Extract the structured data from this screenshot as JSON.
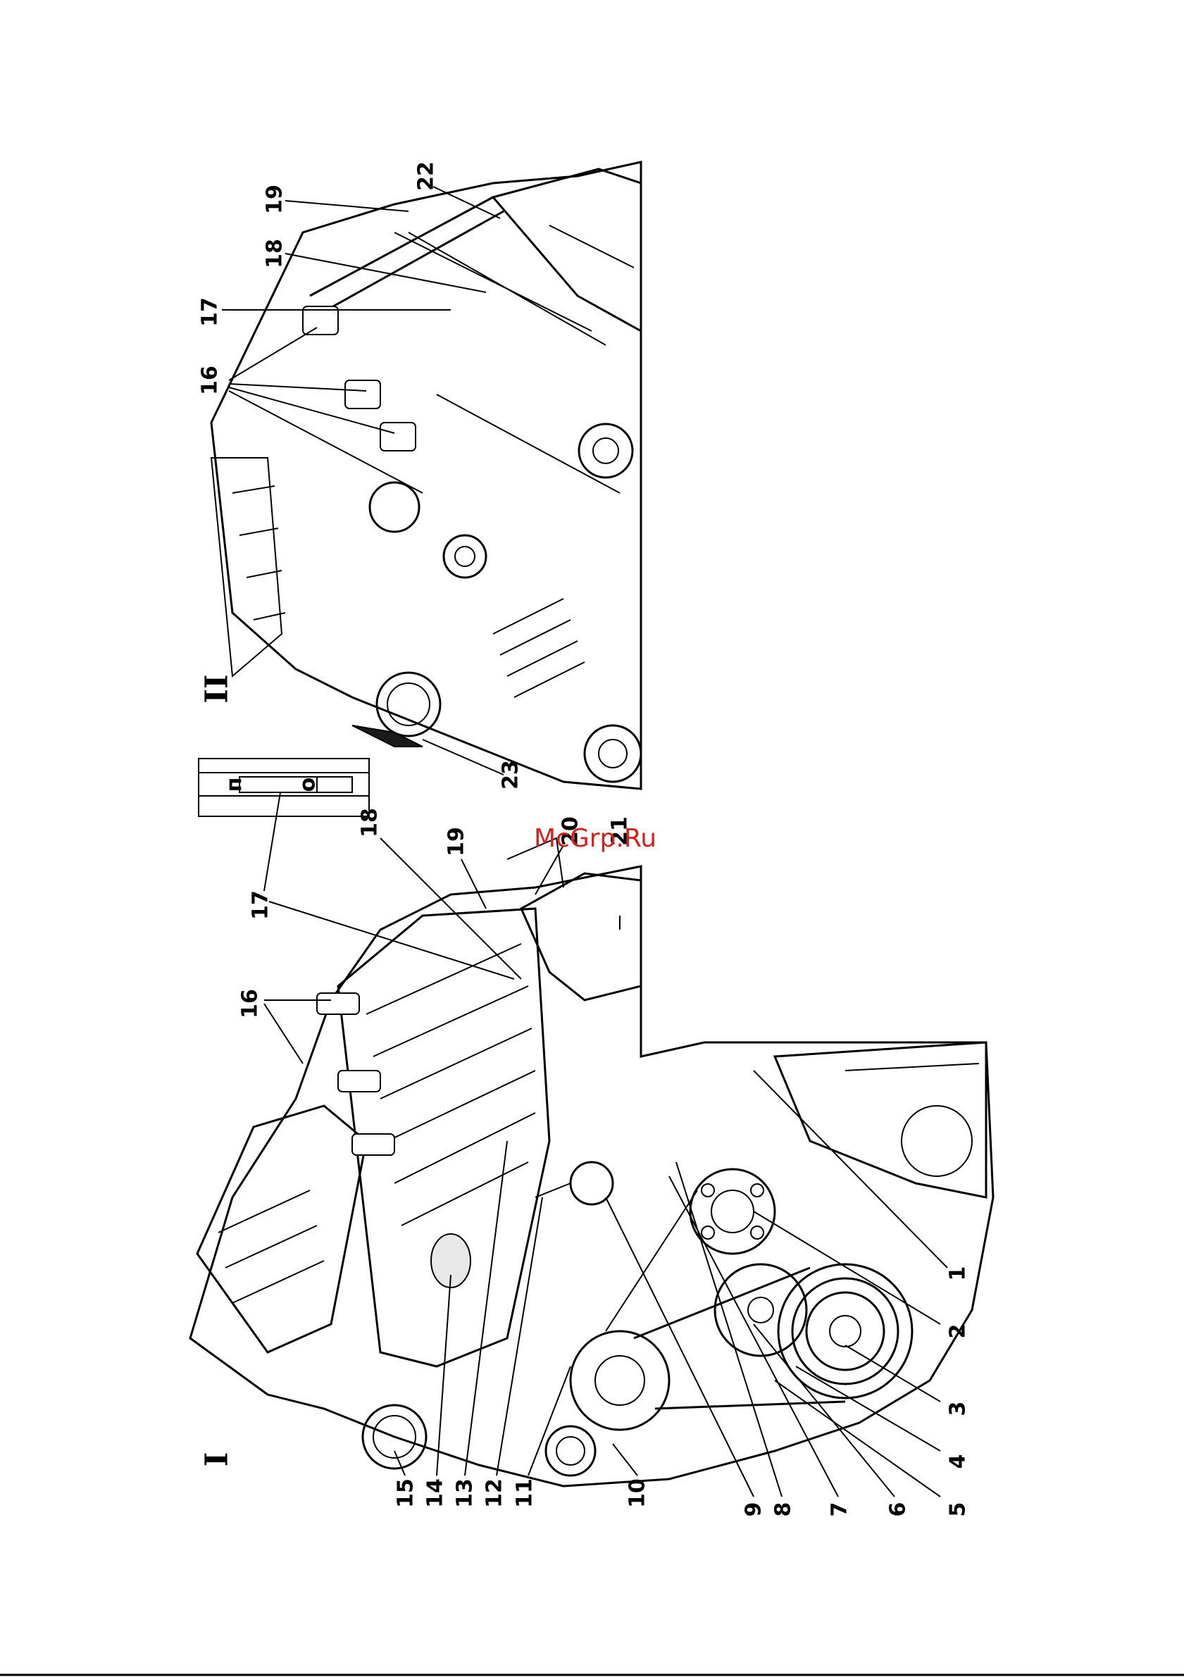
{
  "views": {
    "view_1": {
      "roman": "I"
    },
    "view_2": {
      "roman": "II"
    }
  },
  "inset_box": {
    "glyph_left": "п",
    "glyph_right": "о"
  },
  "watermark": "McGrp.Ru",
  "callouts_view_1": [
    "1",
    "2",
    "3",
    "4",
    "5",
    "6",
    "7",
    "8",
    "9",
    "10",
    "11",
    "12",
    "13",
    "14",
    "15",
    "16",
    "17",
    "18",
    "19",
    "20",
    "21"
  ],
  "callouts_view_2": [
    "16",
    "17",
    "18",
    "19",
    "22",
    "23"
  ]
}
